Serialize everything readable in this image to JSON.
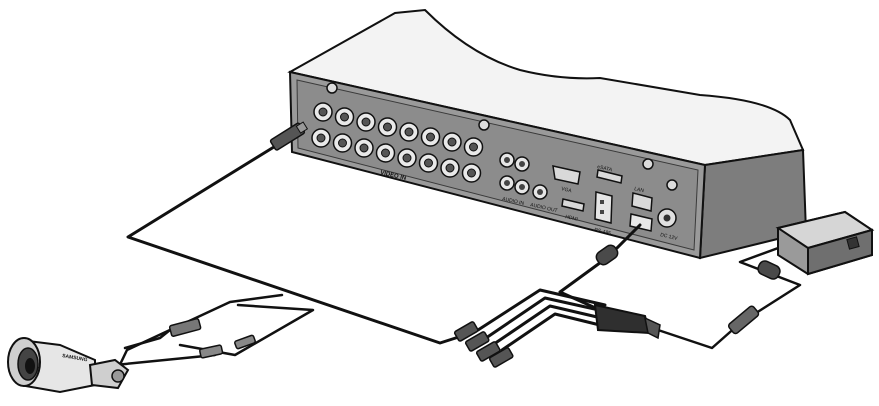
{
  "dvr": {
    "labels": {
      "video_in": "VIDEO IN",
      "audio_in": "AUDIO IN",
      "audio_out": "AUDIO OUT",
      "vga": "VGA",
      "hdmi": "HDMI",
      "eSATA": "eSATA",
      "rs485": "RS-485",
      "lan": "LAN",
      "dc": "DC 12V"
    }
  },
  "camera": {
    "brand": "SAMSUNG"
  },
  "colors": {
    "line": "#111111",
    "body_light": "#eeeeee",
    "body_panel": "#8f8f8f",
    "dark": "#3a3a3a"
  }
}
